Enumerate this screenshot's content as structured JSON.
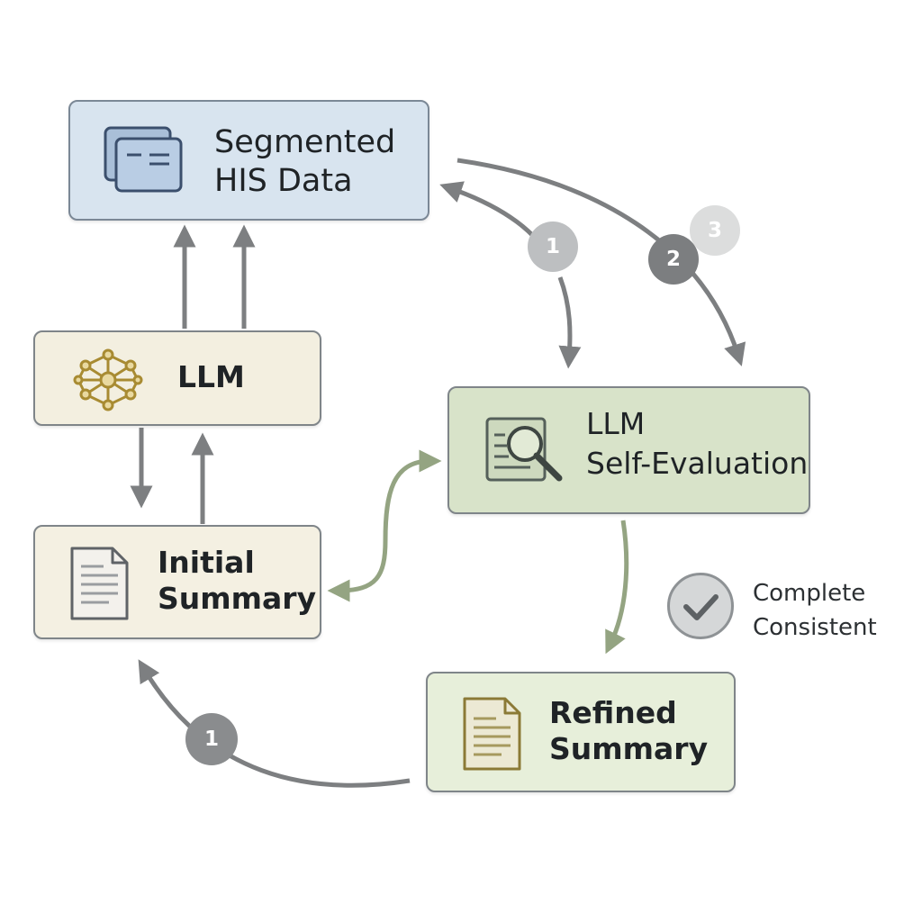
{
  "nodes": {
    "his_data": {
      "line1": "Segmented",
      "line2": "HIS Data",
      "icon": "data-cards-icon"
    },
    "llm": {
      "label": "LLM",
      "icon": "neural-network-icon"
    },
    "initial_summary": {
      "line1": "Initial",
      "line2": "Summary",
      "icon": "document-icon"
    },
    "self_evaluation": {
      "line1": "LLM",
      "line2": "Self-Evaluation",
      "icon": "document-magnifier-icon"
    },
    "refined_summary": {
      "line1": "Refined",
      "line2": "Summary",
      "icon": "document-icon"
    }
  },
  "badges": {
    "step_1_top": "1",
    "step_2": "2",
    "step_3": "3",
    "step_1_bottom": "1"
  },
  "status": {
    "icon": "check-circle-icon",
    "line1": "Complete",
    "line2": "Consistent"
  },
  "colors": {
    "his_fill": "#d8e4ef",
    "llm_fill": "#f3efe0",
    "eval_fill": "#d8e3c9",
    "refined_fill": "#e7efda",
    "arrow_gray": "#7d7f81",
    "arrow_green": "#94a482",
    "badge_dark": "#7c7e80",
    "badge_light": "#bbbdbf"
  }
}
